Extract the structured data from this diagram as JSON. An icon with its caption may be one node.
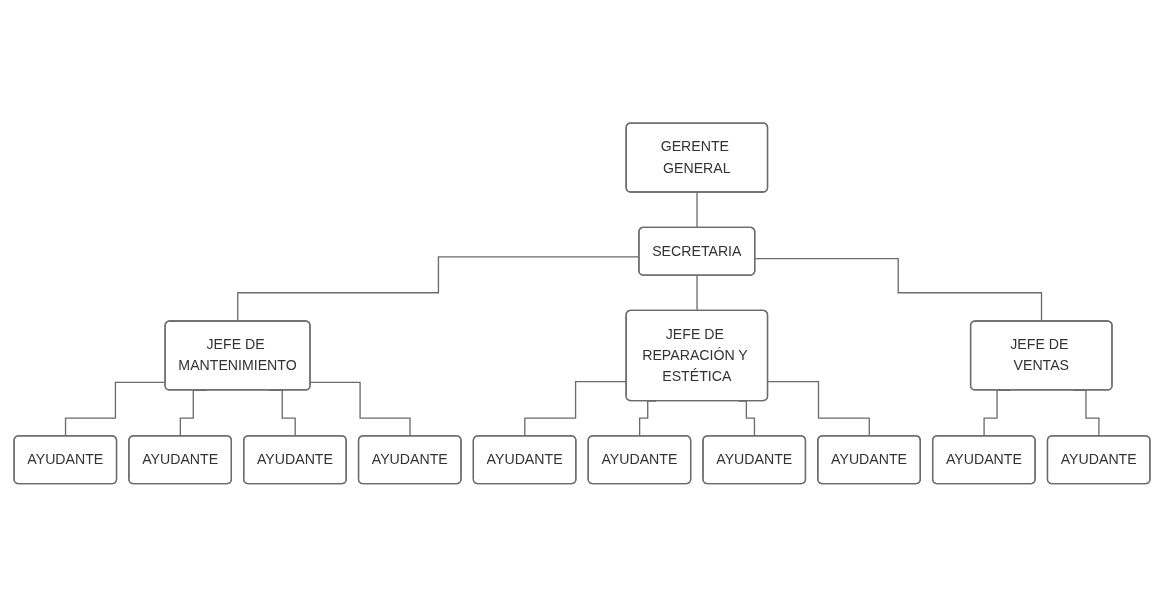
{
  "diagram": {
    "nodes": [
      {
        "text": [
          "GERENTE GENERAL"
        ]
      },
      {
        "text": [
          "SECRETARIA"
        ]
      },
      {
        "text": [
          "JEFE DE MANTENIMIENTO"
        ]
      },
      {
        "text": [
          "JEFE DE REPARACIÓN Y ESTÉTICA"
        ]
      },
      {
        "text": [
          "JEFE DE VENTAS"
        ]
      },
      {
        "text": [
          "AYUDANTE"
        ]
      },
      {
        "text": [
          "AYUDANTE"
        ]
      },
      {
        "text": [
          "AYUDANTE"
        ]
      },
      {
        "text": [
          "AYUDANTE"
        ]
      },
      {
        "text": [
          "AYUDANTE"
        ]
      },
      {
        "text": [
          "AYUDANTE"
        ]
      },
      {
        "text": [
          "AYUDANTE"
        ]
      },
      {
        "text": [
          "AYUDANTE"
        ]
      },
      {
        "text": [
          "AYUDANTE"
        ]
      },
      {
        "text": [
          "AYUDANTE"
        ]
      }
    ],
    "edges": [
      {
        "from": 0,
        "to": 1,
        "arrow": "none"
      },
      {
        "from": 1,
        "to": 2,
        "arrow": "none"
      },
      {
        "from": 1,
        "to": 3,
        "arrow": "none"
      },
      {
        "from": 1,
        "to": 4,
        "arrow": "none"
      },
      {
        "from": 2,
        "to": 5,
        "arrow": "none"
      },
      {
        "from": 2,
        "to": 6,
        "arrow": "none"
      },
      {
        "from": 2,
        "to": 7,
        "arrow": "none"
      },
      {
        "from": 2,
        "to": 8,
        "arrow": "none"
      },
      {
        "from": 3,
        "to": 9,
        "arrow": "none"
      },
      {
        "from": 3,
        "to": 10,
        "arrow": "none"
      },
      {
        "from": 3,
        "to": 11,
        "arrow": "none"
      },
      {
        "from": 3,
        "to": 12,
        "arrow": "none"
      },
      {
        "from": 4,
        "to": 13,
        "arrow": "none"
      },
      {
        "from": 4,
        "to": 14,
        "arrow": "none"
      }
    ]
  }
}
